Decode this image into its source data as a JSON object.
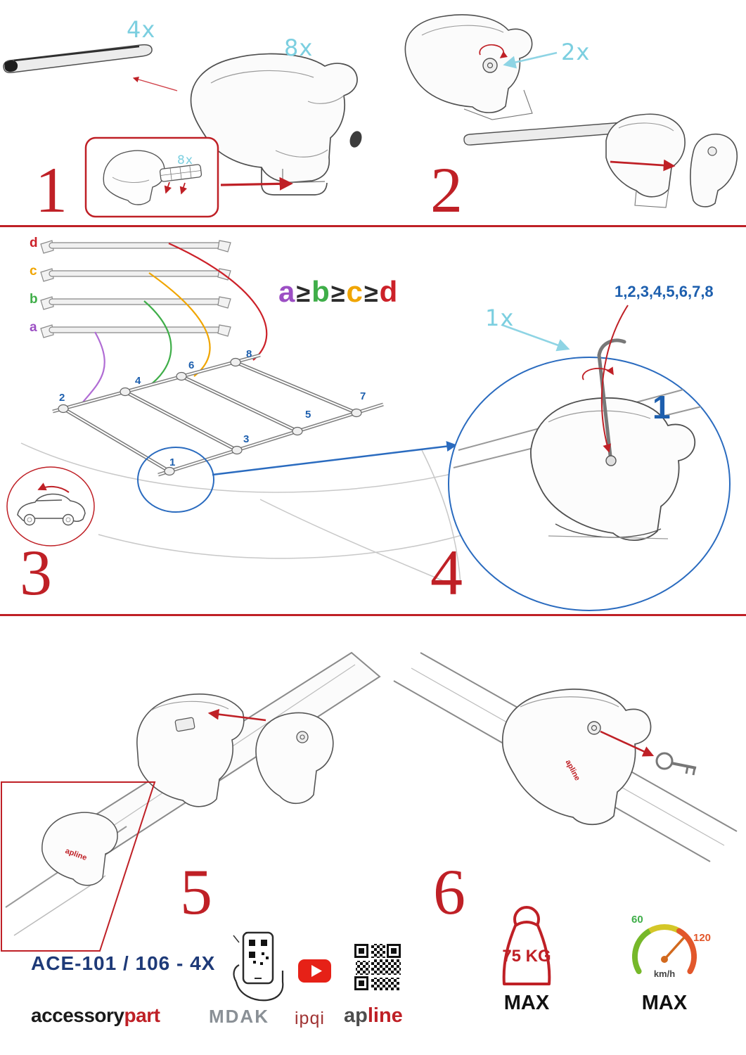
{
  "colors": {
    "red": "#bf2026",
    "cyan": "#7ccfe0",
    "blue": "#1d5fae",
    "purple": "#9c4fc4",
    "green": "#3fae49",
    "orange": "#f0a500",
    "navy": "#1e3a78",
    "gauge_green": "#76b82a",
    "gauge_yellow": "#d4c728",
    "gauge_red": "#e2572b"
  },
  "steps": {
    "s1": {
      "number": "1",
      "bar_qty": "4x",
      "foot_qty": "8x",
      "pad_qty": "8x"
    },
    "s2": {
      "number": "2",
      "lock_qty": "2x"
    },
    "s3": {
      "number": "3",
      "bar_labels": [
        "d",
        "c",
        "b",
        "a"
      ],
      "formula": {
        "a": "a",
        "ge1": "≥",
        "b": "b",
        "ge2": "≥",
        "c": "c",
        "ge3": "≥",
        "d": "d"
      },
      "positions": [
        "1",
        "2",
        "3",
        "4",
        "5",
        "6",
        "7",
        "8"
      ]
    },
    "s4": {
      "number": "4",
      "key_qty": "1x",
      "sequence": "1,2,3,4,5,6,7,8",
      "first": "1"
    },
    "s5": {
      "number": "5"
    },
    "s6": {
      "number": "6"
    }
  },
  "branding": {
    "foot_logo": "apline"
  },
  "footer": {
    "model": "ACE-101 / 106 - 4X",
    "accessory": "accessory",
    "part": "part",
    "mdak": "MDAK",
    "ipqi": "ipqi",
    "ap": "ap",
    "line": "line",
    "weight_value": "75 KG",
    "weight_max": "MAX",
    "speed_low": "60",
    "speed_high": "120",
    "speed_unit": "km/h",
    "speed_max": "MAX"
  }
}
